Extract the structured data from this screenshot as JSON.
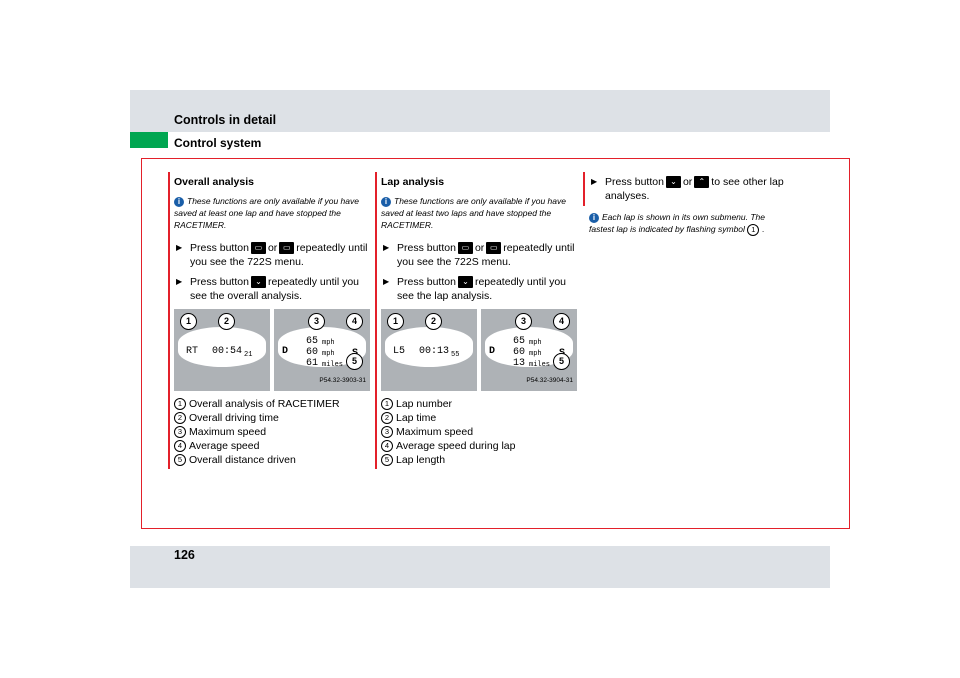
{
  "header": {
    "title": "Controls in detail",
    "subtitle": "Control system"
  },
  "page_number": "126",
  "col1": {
    "heading": "Overall analysis",
    "info": "These functions are only available if you have saved at least one lap and have stopped the RACETIMER.",
    "step1_a": "Press button",
    "step1_b": "or",
    "step1_c": "repeatedly until you see the 722S menu.",
    "step2_a": "Press button",
    "step2_b": "repeatedly until you see the overall analysis.",
    "display_left": "RT",
    "display_time": "00:54",
    "display_time_small": "21",
    "display_speed1": "65",
    "display_speed2": "60",
    "display_dist": "61",
    "unit_mph": "mph",
    "unit_miles": "miles",
    "display_d": "D",
    "display_s": "S",
    "ref": "P54.32-3903-31",
    "legend": [
      "Overall analysis of RACETIMER",
      "Overall driving time",
      "Maximum speed",
      "Average speed",
      "Overall distance driven"
    ]
  },
  "col2": {
    "heading": "Lap analysis",
    "info": "These functions are only available if you have saved at least two laps and have stopped the RACETIMER.",
    "step1_a": "Press button",
    "step1_b": "or",
    "step1_c": "repeatedly until you see the 722S menu.",
    "step2_a": "Press button",
    "step2_b": "repeatedly until you see the lap analysis.",
    "display_left": "L5",
    "display_time": "00:13",
    "display_time_small": "55",
    "display_speed1": "65",
    "display_speed2": "60",
    "display_dist": "13",
    "unit_mph": "mph",
    "unit_miles": "miles",
    "display_d": "D",
    "display_s": "S",
    "ref": "P54.32-3904-31",
    "legend": [
      "Lap number",
      "Lap time",
      "Maximum speed",
      "Average speed during lap",
      "Lap length"
    ]
  },
  "col3": {
    "step1_a": "Press button",
    "step1_b": "or",
    "step1_c": "to see other lap analyses.",
    "info_a": "Each lap is shown in its own submenu. The fastest lap is indicated by flashing symbol",
    "info_num": "1",
    "info_end": "."
  },
  "callout_numbers": [
    "1",
    "2",
    "3",
    "4",
    "5"
  ],
  "colors": {
    "accent_red": "#e3202a",
    "accent_green": "#00a651",
    "header_gray": "#dde1e6",
    "info_blue": "#1a5ea8"
  }
}
